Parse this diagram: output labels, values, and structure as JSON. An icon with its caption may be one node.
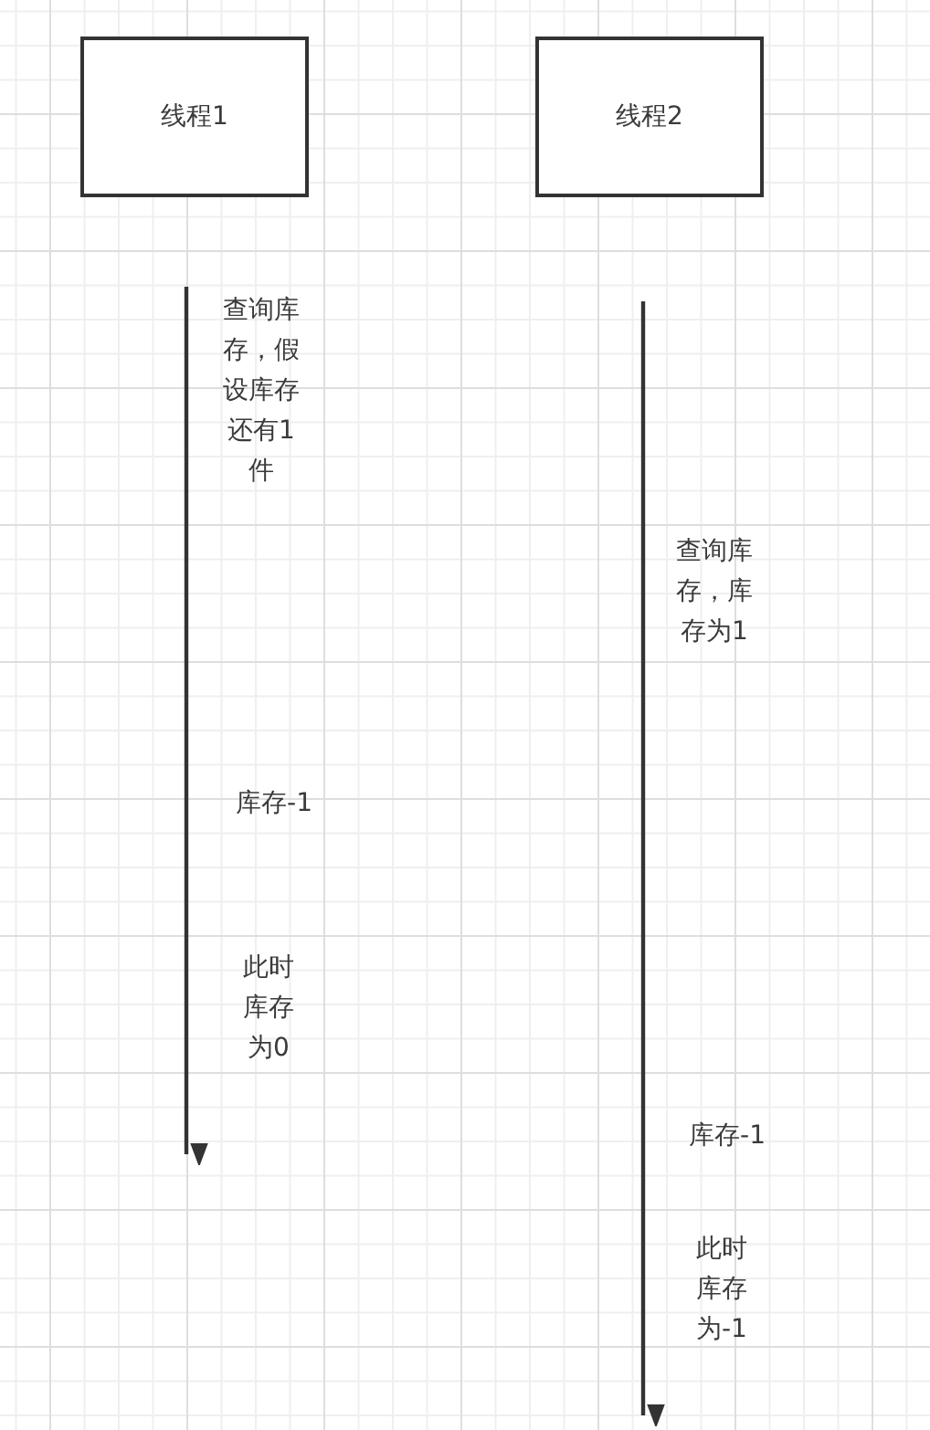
{
  "diagram": {
    "nodes": [
      {
        "text": [
          "线程1"
        ]
      },
      {
        "text": [
          "线程2"
        ]
      }
    ],
    "labels": [
      "查询库存，假设库存还有1件",
      "查询库存，库存为1",
      "库存-1",
      "此时库存为0",
      "库存-1",
      "此时库存为-1"
    ]
  }
}
